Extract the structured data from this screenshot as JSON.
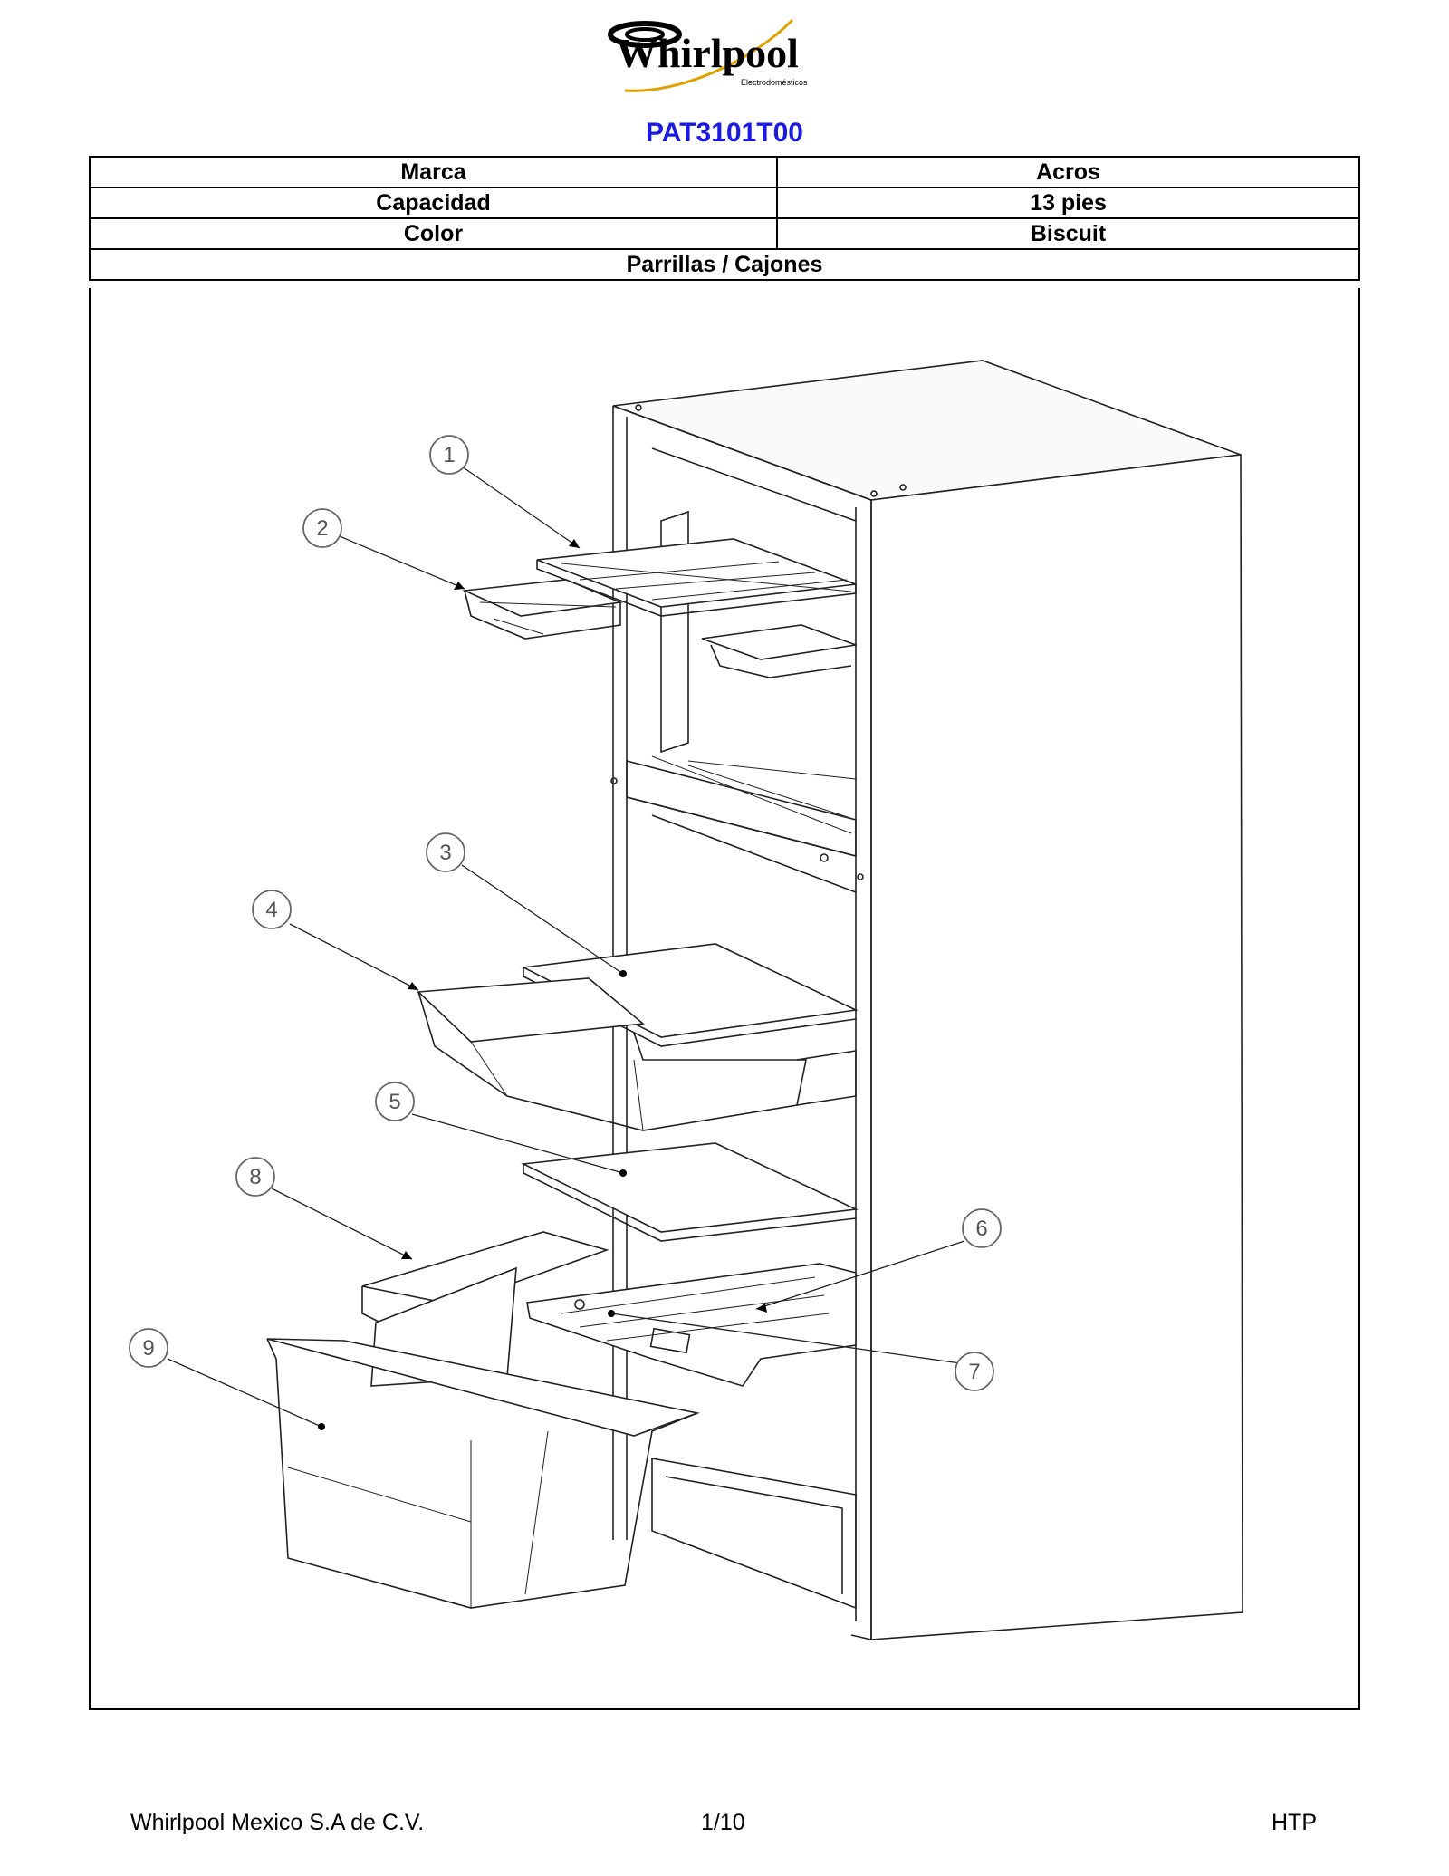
{
  "header": {
    "brand_wordmark": "Whirlpool",
    "brand_subtext": "Electrodomésticos",
    "model": "PAT3101T00"
  },
  "specs": [
    {
      "label": "Marca",
      "value": "Acros"
    },
    {
      "label": "Capacidad",
      "value": "13 pies"
    },
    {
      "label": "Color",
      "value": "Biscuit"
    }
  ],
  "section_title": "Parrillas / Cajones",
  "diagram": {
    "callouts": [
      "1",
      "2",
      "3",
      "4",
      "5",
      "6",
      "7",
      "8",
      "9"
    ]
  },
  "footer": {
    "company": "Whirlpool Mexico S.A de C.V.",
    "page": "1/10",
    "code": "HTP"
  },
  "colors": {
    "model_text": "#1a1ae0",
    "logo_swoosh": "#e0a100"
  }
}
